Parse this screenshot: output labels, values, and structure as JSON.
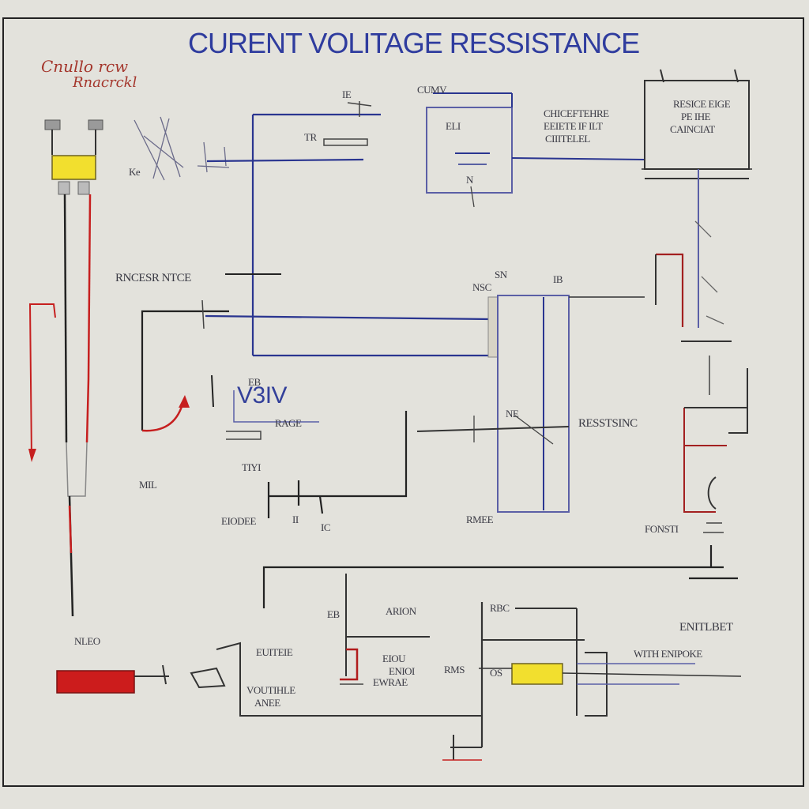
{
  "title": "CURENT VOLITAGE RESSISTANCE",
  "corner_note": {
    "line1": "Cnullo rcw",
    "line2": "Rnacrckl"
  },
  "labels": {
    "ie_top": "IE",
    "cumv": "CUMV",
    "tr": "TR",
    "ke": "Ke",
    "eli": "ELI",
    "n_top": "N",
    "chat_1": "CHICEFTEHRE",
    "chat_2": "EEIETE IF ILT",
    "chat_3": "CIIITELEL",
    "box_1": "RESICE EIGE",
    "box_2": "PE IHE",
    "box_3": "CAINCIAT",
    "resistor_left": "RNCESR NTCE",
    "sn": "SN",
    "nsc": "NSC",
    "ib": "IB",
    "v_big": "V3IV",
    "eb": "EB",
    "rage": "RAGE",
    "resistance_right": "RESSTSINC",
    "ne_label": "NE",
    "mil": "MIL",
    "eiodee": "EIODEE",
    "ii": "II",
    "ic": "IC",
    "rmee": "RMEE",
    "tiyi": "TIYI",
    "fons": "FONSTI",
    "rms": "RMS",
    "nlec": "NLEO",
    "eb_bottom": "EB",
    "arion": "ARION",
    "eiou": "EIOU",
    "enioi": "ENIOI",
    "ewrae": "EWRAE",
    "rbc": "RBC",
    "euitrie": "EUITEIE",
    "voutile": "VOUTIHLE",
    "anee": "ANEE",
    "os": "OS",
    "euilbet": "ENITLBET",
    "with": "WITH ENIPOKE"
  },
  "colors": {
    "accent_blue": "#2f3c9e",
    "red": "#c61f1f",
    "yellow": "#f2df2e"
  }
}
